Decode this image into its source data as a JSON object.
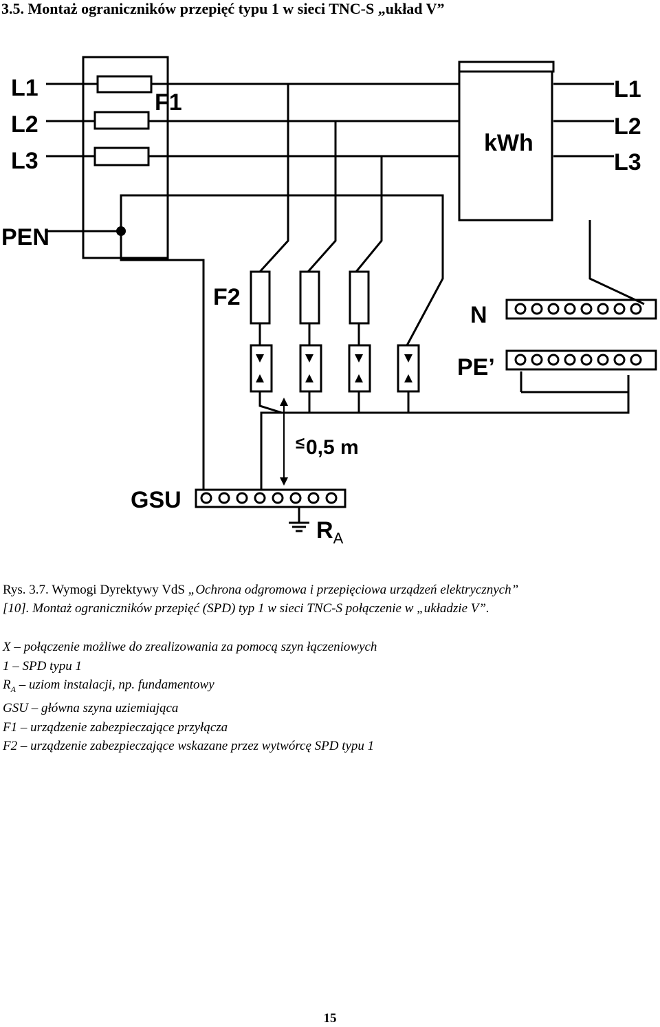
{
  "heading": "3.5. Montaż ograniczników przepięć typu 1 w sieci TNC-S „układ V”",
  "diagram": {
    "labels": {
      "l1_in": "L1",
      "l2_in": "L2",
      "l3_in": "L3",
      "l1_out": "L1",
      "l2_out": "L2",
      "l3_out": "L3",
      "pen": "PEN",
      "f1": "F1",
      "f2": "F2",
      "kwh": "kWh",
      "n": "N",
      "pe": "PE’",
      "gsu": "GSU",
      "ra_main": "R",
      "ra_sub": "A",
      "le_sign": "≤",
      "distance": "0,5 m"
    }
  },
  "caption": {
    "prefix": "Rys. 3.7. Wymogi Dyrektywy VdS ",
    "title_line1": "„Ochrona odgromowa i przepięciowa urządzeń elektrycznych”",
    "title_line2": "[10]. Montaż ograniczników przepięć (SPD) typ 1 w sieci TNC-S połączenie w „układzie V”."
  },
  "legend": {
    "x": "X – połączenie możliwe do zrealizowania za pomocą szyn łączeniowych",
    "spd": "1 – SPD typu 1",
    "ra_symbol": "R",
    "ra_sub": "A",
    "ra_text": " – uziom instalacji, np. fundamentowy",
    "gsu": "GSU – główna szyna uziemiająca",
    "f1": "F1 – urządzenie zabezpieczające przyłącza",
    "f2": "F2 – urządzenie zabezpieczające wskazane przez wytwórcę SPD typu 1"
  },
  "page_number": "15"
}
